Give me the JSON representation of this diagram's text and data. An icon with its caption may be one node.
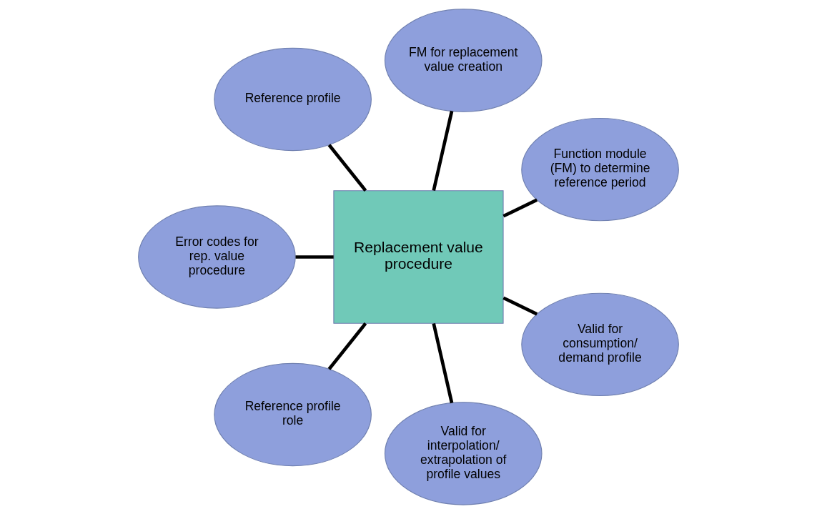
{
  "diagram": {
    "nodes": [
      {
        "text": [
          "Function module (FM) to determine reference period"
        ]
      },
      {
        "text": [
          "FM for replacement value creation"
        ]
      },
      {
        "text": [
          "Reference profile"
        ]
      },
      {
        "text": [
          "Replacement value procedure"
        ]
      },
      {
        "text": [
          "Error codes for rep. value procedure"
        ]
      },
      {
        "text": [
          "Reference profile role"
        ]
      },
      {
        "text": [
          "Valid for interpolation/ extrapolation of profile values"
        ]
      },
      {
        "text": [
          "Valid for consumption/ demand profile"
        ]
      }
    ],
    "edges": [
      {
        "from": 3,
        "to": 0,
        "arrow": "none"
      },
      {
        "from": 3,
        "to": 2,
        "arrow": "none"
      },
      {
        "from": 3,
        "to": 5,
        "arrow": "none"
      },
      {
        "from": 3,
        "to": 7,
        "arrow": "none"
      },
      {
        "from": 3,
        "to": 6,
        "arrow": "none"
      },
      {
        "from": 3,
        "to": 4,
        "arrow": "none"
      },
      {
        "from": 3,
        "to": 1,
        "arrow": "none"
      }
    ]
  }
}
